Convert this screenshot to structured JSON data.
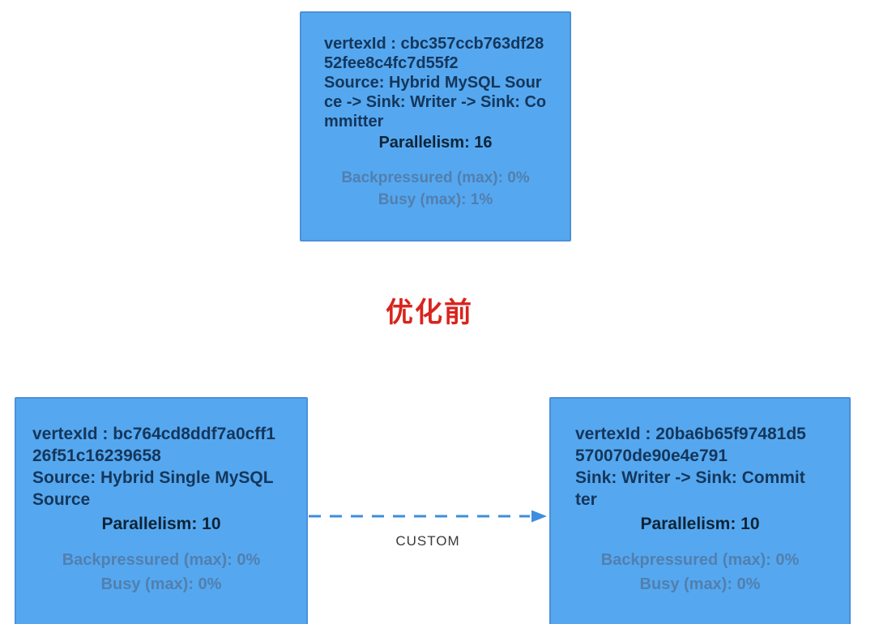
{
  "section": {
    "title_label": "优化前"
  },
  "edge": {
    "label": "CUSTOM",
    "style": "dashed-arrow"
  },
  "colors": {
    "background": "#ffffff",
    "node_fill": "#55a8f0",
    "node_border": "#4a90d9",
    "node_text": "#15365a",
    "node_text_strong": "#0f2437",
    "node_text_muted": "#527fae",
    "section_label": "#d8241d",
    "edge_arrow": "#3d8ede",
    "edge_label_text": "#3a3a3a"
  },
  "nodes": {
    "top": {
      "vertex_id": "vertexId : cbc357ccb763df2852fee8c4fc7d55f2",
      "name": "Source: Hybrid MySQL Source -> Sink: Writer -> Sink: Committer",
      "parallelism": "Parallelism: 16",
      "backpressured": "Backpressured (max): 0%",
      "busy": "Busy (max): 1%"
    },
    "bottom_left": {
      "vertex_id": "vertexId : bc764cd8ddf7a0cff126f51c16239658",
      "name": "Source: Hybrid Single MySQL Source",
      "parallelism": "Parallelism: 10",
      "backpressured": "Backpressured (max): 0%",
      "busy": "Busy (max): 0%"
    },
    "bottom_right": {
      "vertex_id": "vertexId : 20ba6b65f97481d5570070de90e4e791",
      "name": "Sink: Writer -> Sink: Committer",
      "parallelism": "Parallelism: 10",
      "backpressured": "Backpressured (max): 0%",
      "busy": "Busy (max): 0%"
    }
  }
}
